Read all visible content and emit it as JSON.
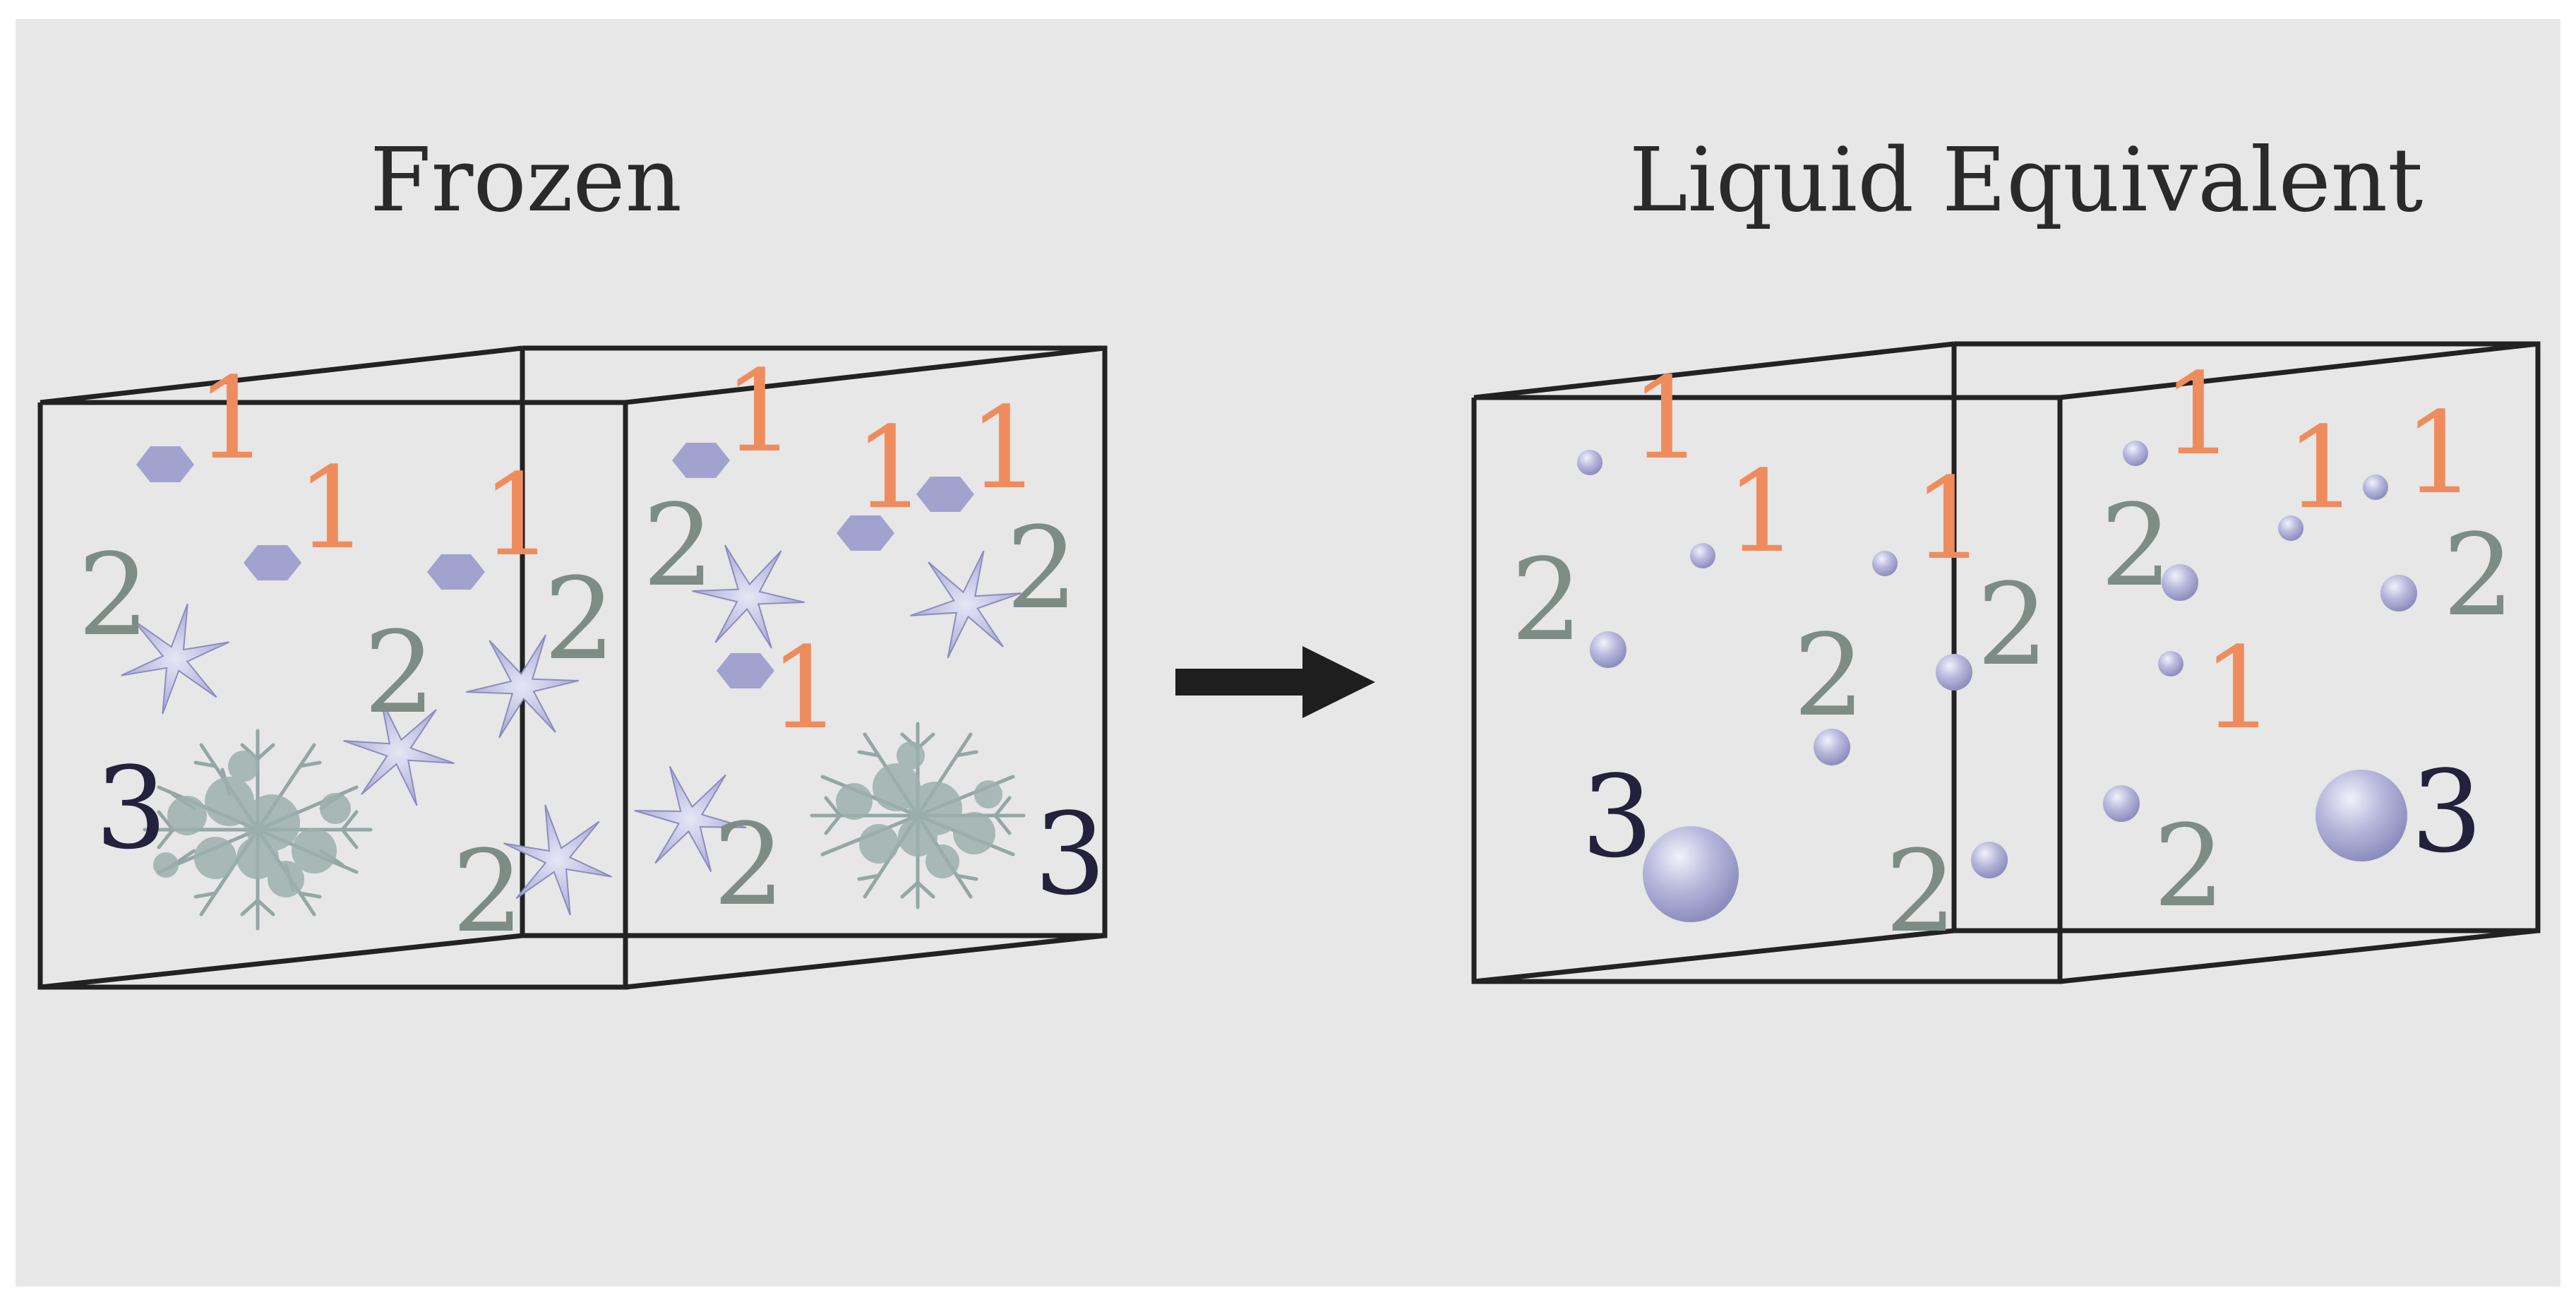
{
  "colors": {
    "background": "#e6e7e6",
    "box_stroke": "#222222",
    "arrow": "#1e1e1e",
    "label_1": "#ef8c5e",
    "label_2": "#7e8c86",
    "label_3": "#23213b",
    "particle": "#a9a9d3",
    "dendrite": "#96a8a6"
  },
  "icons": {
    "hexagon": "hexagon-particle-icon",
    "star": "star-particle-icon",
    "dendrite": "dendrite-crystal-icon",
    "sphere": "sphere-particle-icon",
    "arrow": "right-arrow-icon"
  },
  "panels": {
    "left": {
      "title": "Frozen"
    },
    "right": {
      "title": "Liquid Equivalent"
    }
  },
  "labels": {
    "category_1": "1",
    "category_2": "2",
    "category_3": "3"
  }
}
